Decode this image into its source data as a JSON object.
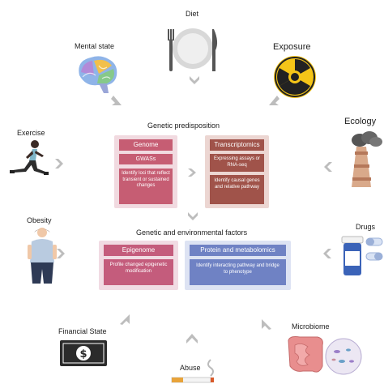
{
  "factors": {
    "diet": "Diet",
    "mental_state": "Mental state",
    "exposure": "Exposure",
    "exercise": "Exercise",
    "ecology": "Ecology",
    "obesity": "Obesity",
    "drugs": "Drugs",
    "financial_state": "Financial State",
    "microbiome": "Microbiome",
    "abuse": "Abuse"
  },
  "genetic_predisposition": {
    "title": "Genetic predisposition",
    "genome": {
      "title": "Genome",
      "gwas": "GWASs",
      "desc": "Identify loci that reflect transient or sustained changes"
    },
    "transcriptomics": {
      "title": "Transcriptomics",
      "assays": "Expressing assays or RNA-seq",
      "desc": "Identify causal genes and relative pathway"
    }
  },
  "genetic_env": {
    "title": "Genetic and environmental factors",
    "epigenome": {
      "title": "Epigenome",
      "desc": "Profile changed epigenetic modification"
    },
    "protein": {
      "title": "Protein and metabolomics",
      "desc": "Identify interacting pathway and bridge to phenotype"
    }
  },
  "icons": [
    "plate-icon",
    "brain-icon",
    "radiation-icon",
    "runner-icon",
    "factory-icon",
    "obese-person-icon",
    "pills-icon",
    "banknote-icon",
    "intestine-icon",
    "cigarette-icon"
  ],
  "colors": {
    "genome": "#c65d73",
    "transcriptomics": "#a0534a",
    "epigenome": "#c45c7c",
    "protein": "#6f82c4",
    "arrow": "#bdbdbd"
  }
}
